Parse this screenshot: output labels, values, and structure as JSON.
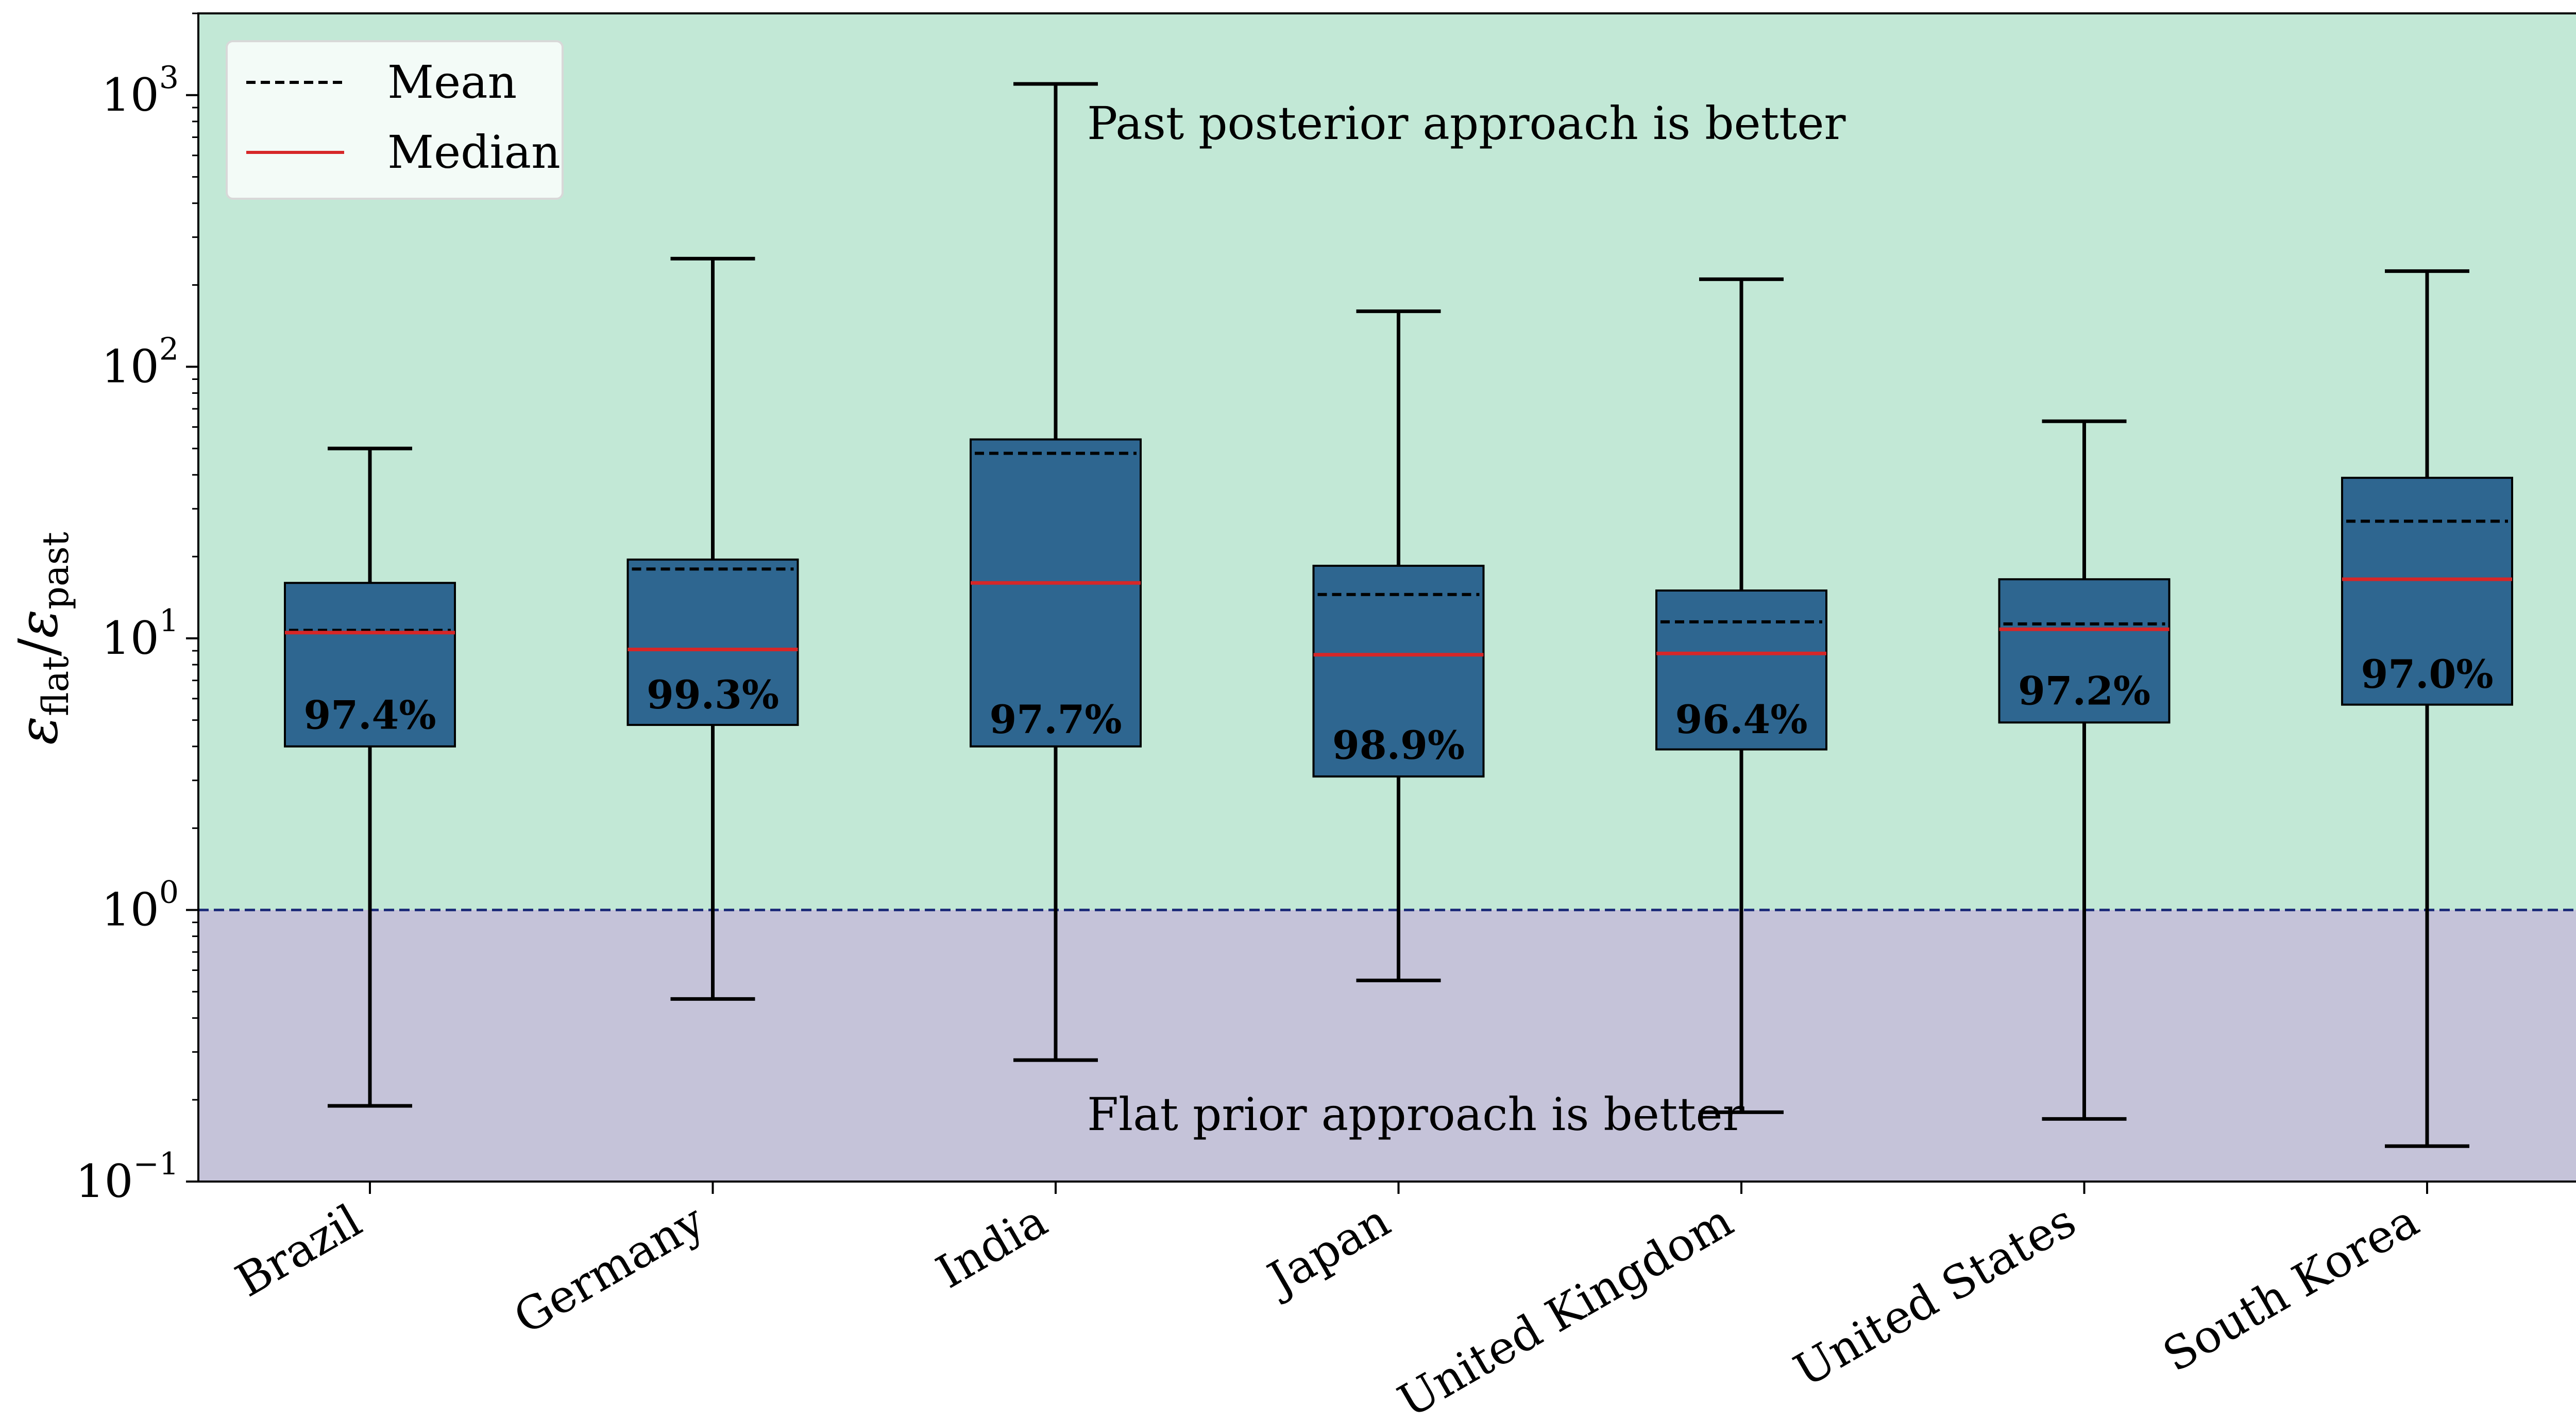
{
  "chart_data": {
    "type": "box",
    "title": "",
    "xlabel": "",
    "ylabel": "ε_flat / ε_past",
    "yscale": "log",
    "ylim": [
      0.1,
      2000
    ],
    "yticks": [
      {
        "value": 0.1,
        "base": "10",
        "exp": "−1"
      },
      {
        "value": 1,
        "base": "10",
        "exp": "0"
      },
      {
        "value": 10,
        "base": "10",
        "exp": "1"
      },
      {
        "value": 100,
        "base": "10",
        "exp": "2"
      },
      {
        "value": 1000,
        "base": "10",
        "exp": "3"
      }
    ],
    "grid": false,
    "reference_line": {
      "value": 1,
      "style": "dashed",
      "color": "#1f2d7a"
    },
    "regions": [
      {
        "from": 1,
        "to": 2000,
        "color": "#c2e8d6",
        "label": "Past posterior approach is better",
        "label_position": "top-center"
      },
      {
        "from": 0.1,
        "to": 1,
        "color": "#c5c3d9",
        "label": "Flat prior approach is better",
        "label_position": "bottom-center"
      }
    ],
    "legend": {
      "position": "top-left",
      "entries": [
        {
          "label": "Mean",
          "style": "dashed",
          "color": "#000000"
        },
        {
          "label": "Median",
          "style": "solid",
          "color": "#d62728"
        }
      ]
    },
    "box_color": "#2e6690",
    "categories": [
      "Brazil",
      "Germany",
      "India",
      "Japan",
      "United Kingdom",
      "United States",
      "South Korea"
    ],
    "boxes": [
      {
        "category": "Brazil",
        "whisker_low": 0.19,
        "q1": 4.0,
        "median": 10.5,
        "mean": 10.7,
        "q3": 16.0,
        "whisker_high": 50.0,
        "annotation": "97.4%",
        "annotation_value": 5.3
      },
      {
        "category": "Germany",
        "whisker_low": 0.47,
        "q1": 4.8,
        "median": 9.1,
        "mean": 18.0,
        "q3": 19.5,
        "whisker_high": 250.0,
        "annotation": "99.3%",
        "annotation_value": 6.3
      },
      {
        "category": "India",
        "whisker_low": 0.28,
        "q1": 4.0,
        "median": 16.0,
        "mean": 48.0,
        "q3": 54.0,
        "whisker_high": 1100.0,
        "annotation": "97.7%",
        "annotation_value": 5.1
      },
      {
        "category": "Japan",
        "whisker_low": 0.55,
        "q1": 3.1,
        "median": 8.7,
        "mean": 14.5,
        "q3": 18.5,
        "whisker_high": 160.0,
        "annotation": "98.9%",
        "annotation_value": 4.1
      },
      {
        "category": "United Kingdom",
        "whisker_low": 0.18,
        "q1": 3.9,
        "median": 8.8,
        "mean": 11.5,
        "q3": 15.0,
        "whisker_high": 210.0,
        "annotation": "96.4%",
        "annotation_value": 5.1
      },
      {
        "category": "United States",
        "whisker_low": 0.17,
        "q1": 4.9,
        "median": 10.8,
        "mean": 11.3,
        "q3": 16.5,
        "whisker_high": 63.0,
        "annotation": "97.2%",
        "annotation_value": 6.5
      },
      {
        "category": "South Korea",
        "whisker_low": 0.135,
        "q1": 5.7,
        "median": 16.5,
        "mean": 27.0,
        "q3": 39.0,
        "whisker_high": 225.0,
        "annotation": "97.0%",
        "annotation_value": 7.5
      }
    ]
  }
}
